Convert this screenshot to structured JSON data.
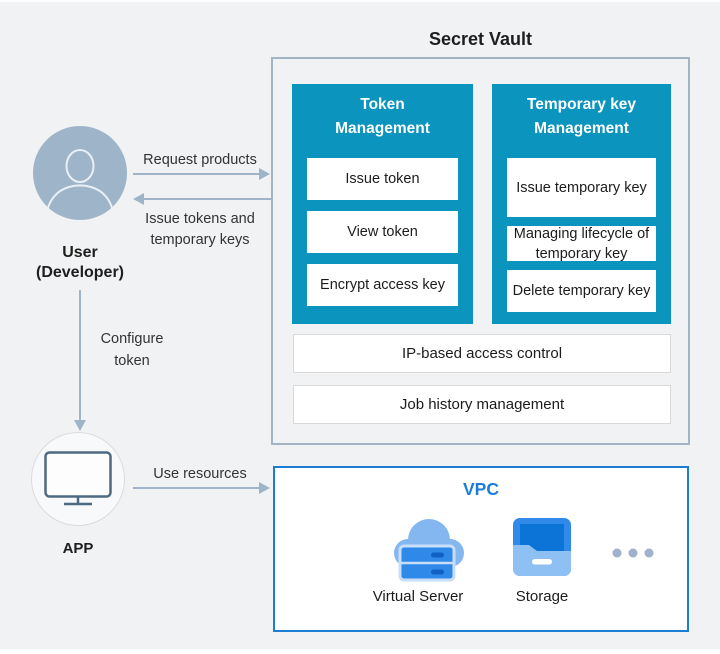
{
  "title": "Secret Vault",
  "user": {
    "line1": "User",
    "line2": "(Developer)"
  },
  "app": {
    "label": "APP"
  },
  "flows": {
    "request_products": "Request products",
    "issue_tokens_line1": "Issue tokens and",
    "issue_tokens_line2": "temporary keys",
    "configure_line1": "Configure",
    "configure_line2": "token",
    "use_resources": "Use resources"
  },
  "secret_vault": {
    "columns": [
      {
        "title": "Token Management",
        "items": [
          "Issue token",
          "View token",
          "Encrypt access key"
        ]
      },
      {
        "title": "Temporary key Management",
        "items": [
          "Issue temporary key",
          "Managing lifecycle of temporary key",
          "Delete temporary key"
        ]
      }
    ],
    "bars": [
      "IP-based access control",
      "Job history management"
    ]
  },
  "vpc": {
    "title": "VPC",
    "items": [
      {
        "label": "Virtual Server",
        "icon": "virtual-server-icon"
      },
      {
        "label": "Storage",
        "icon": "storage-icon"
      }
    ],
    "more_icon": "ellipsis-icon"
  },
  "icons": [
    "user-avatar-icon",
    "monitor-icon",
    "virtual-server-icon",
    "storage-icon",
    "ellipsis-icon"
  ],
  "colors": {
    "teal": "#0b94bd",
    "vault_border": "#a3b5c5",
    "vpc_border": "#1b7dd3",
    "vpc_title": "#1b7cd9",
    "arrow": "#9fb4c8",
    "avatar": "#9db4c9",
    "background": "#f1f2f3"
  }
}
